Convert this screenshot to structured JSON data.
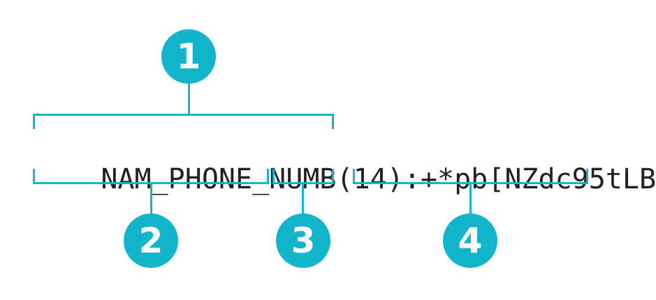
{
  "colors": {
    "accent": "#12b5cb",
    "text": "#212121",
    "background": "#ffffff",
    "badge_number": "#ffffff"
  },
  "annotated_string": {
    "full": "NAM_PHONE_NUMB(14):+*pb[NZdc95tLB",
    "segments": {
      "name": "NAM_PHONE_NUMB",
      "length": "(14)",
      "separator": ":",
      "value": "+*pb[NZdc95tLB"
    }
  },
  "callouts": [
    {
      "number": "1",
      "covers": "NAM_PHONE_NUMB(14)",
      "position": "above"
    },
    {
      "number": "2",
      "covers": "NAM_PHONE_NUMB",
      "position": "below"
    },
    {
      "number": "3",
      "covers": "(14)",
      "position": "below"
    },
    {
      "number": "4",
      "covers": "+*pb[NZdc95tLB",
      "position": "below"
    }
  ]
}
